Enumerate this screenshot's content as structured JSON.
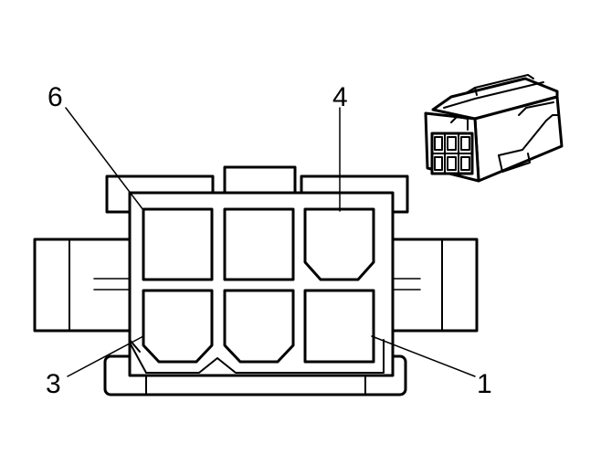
{
  "callouts": {
    "pin_6": "6",
    "pin_4": "4",
    "pin_3": "3",
    "pin_1": "1"
  },
  "colors": {
    "line": "#000000",
    "background": "#ffffff"
  }
}
